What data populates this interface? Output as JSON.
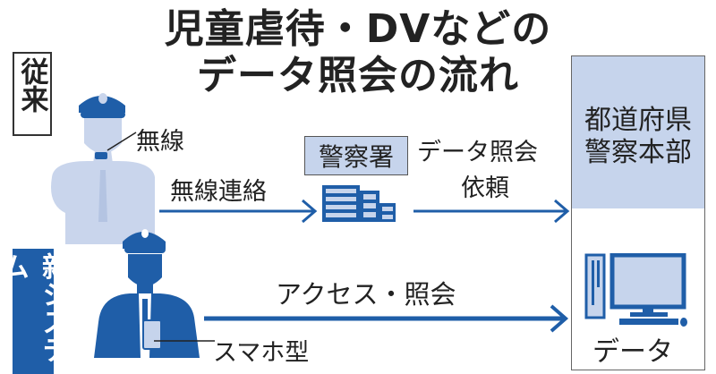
{
  "title": {
    "line1": "児童虐待・DVなどの",
    "line2": "データ照会の流れ"
  },
  "sections": {
    "old": "従来",
    "new": "新システム"
  },
  "labels": {
    "radio": "無線",
    "radio_contact": "無線連絡",
    "police_station": "警察署",
    "data_request_line1": "データ照会",
    "data_request_line2": "依頼",
    "hq_line1": "都道府県",
    "hq_line2": "警察本部",
    "access": "アクセス・照会",
    "smartphone": "スマホ型",
    "data": "データ"
  },
  "colors": {
    "blue": "#1f5ea8",
    "light_blue": "#c6d4ec",
    "pale_figure": "#c9d5ec"
  }
}
